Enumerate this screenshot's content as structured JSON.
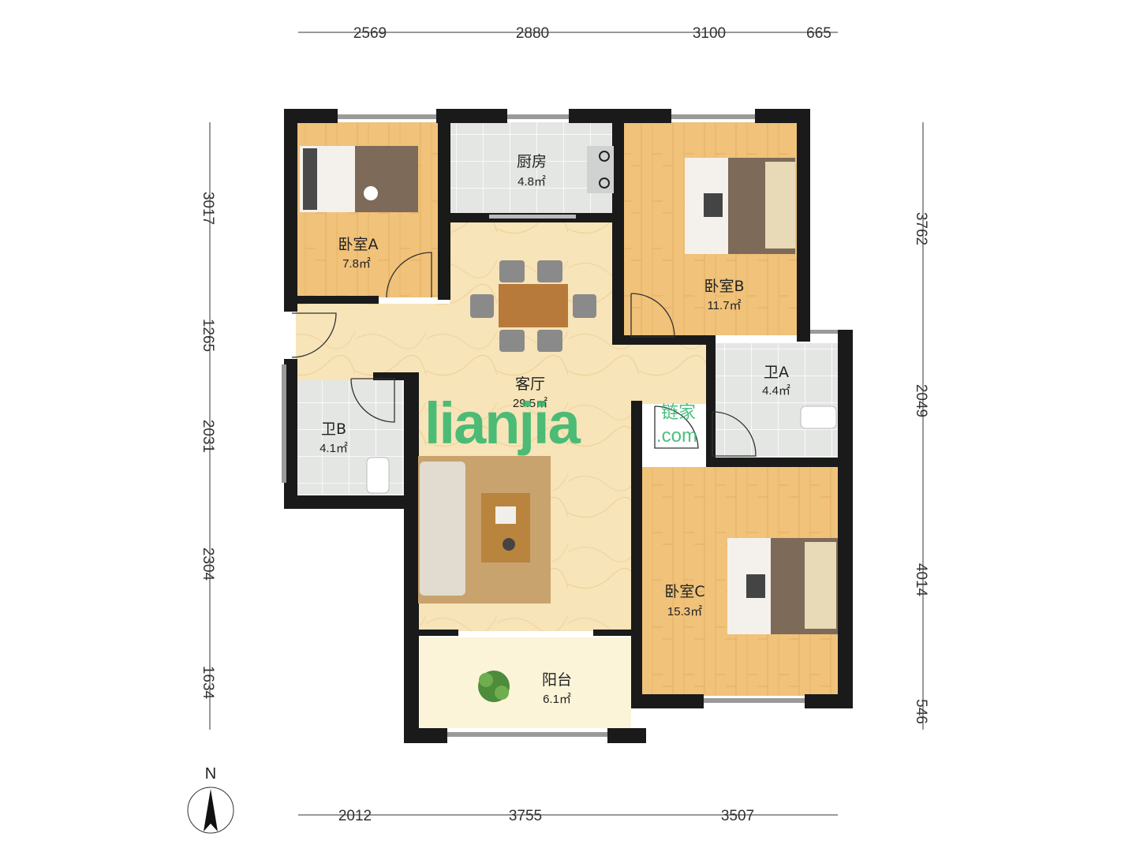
{
  "rooms": {
    "bedroom_a": {
      "name": "卧室A",
      "area": "7.8㎡"
    },
    "kitchen": {
      "name": "厨房",
      "area": "4.8㎡"
    },
    "bedroom_b": {
      "name": "卧室B",
      "area": "11.7㎡"
    },
    "living": {
      "name": "客厅",
      "area": "29.5㎡"
    },
    "bath_a": {
      "name": "卫A",
      "area": "4.4㎡"
    },
    "bath_b": {
      "name": "卫B",
      "area": "4.1㎡"
    },
    "bedroom_c": {
      "name": "卧室C",
      "area": "15.3㎡"
    },
    "balcony": {
      "name": "阳台",
      "area": "6.1㎡"
    }
  },
  "dimensions": {
    "top": [
      "2569",
      "2880",
      "3100",
      "665"
    ],
    "bottom": [
      "2012",
      "3755",
      "3507"
    ],
    "left": [
      "3017",
      "1265",
      "2031",
      "2304",
      "1634"
    ],
    "right": [
      "3762",
      "2049",
      "4014",
      "546"
    ]
  },
  "compass": {
    "label": "N"
  },
  "watermark": {
    "brand": "lianjia",
    "cn": "链家",
    "domain": ".com"
  },
  "colors": {
    "wall": "#1a1a1a",
    "wood": "#f0c27a",
    "tile": "#e2e4e2",
    "living_floor": "#f6e2b2",
    "watermark": "#2fb56a"
  }
}
